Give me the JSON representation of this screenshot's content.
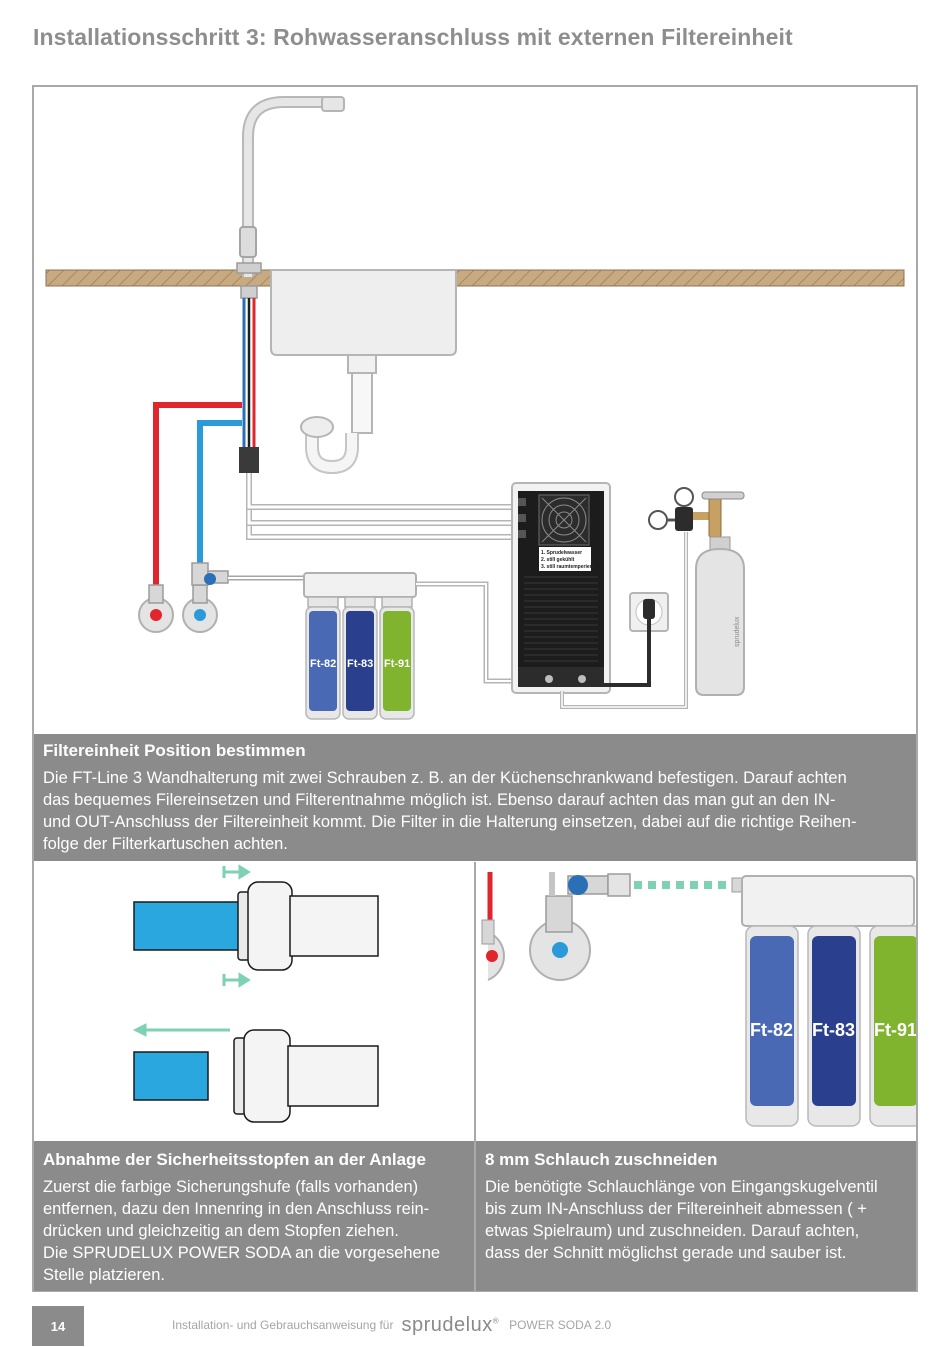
{
  "title": "Installationsschritt 3:  Rohwasseranschluss mit externen Filtereinheit",
  "main_figure": {
    "filters": [
      {
        "label": "Ft-82",
        "color": "#4a69b5"
      },
      {
        "label": "Ft-83",
        "color": "#2b3f8f"
      },
      {
        "label": "Ft-91",
        "color": "#80b42e"
      }
    ],
    "device_labels": [
      "1. Sprudelwasser",
      "2. still gekühlt",
      "3. still raumtemperiert"
    ],
    "bottle_brand": "sprudelux"
  },
  "section1": {
    "heading": "Filtereinheit Position bestimmen",
    "lines": [
      "Die FT-Line 3 Wandhalterung mit zwei Schrauben z. B. an der Küchenschrankwand befestigen. Darauf achten",
      "das bequemes Filereinsetzen und Filterentnahme möglich ist. Ebenso darauf achten das man gut an den IN-",
      "und OUT-Anschluss der Filtereinheit kommt. Die Filter in die Halterung einsetzen, dabei auf die richtige Reihen-",
      "folge der Filterkartuschen achten."
    ]
  },
  "section2": {
    "heading": "Abnahme der Sicherheitsstopfen an der Anlage",
    "lines": [
      "Zuerst die farbige Sicherungshufe (falls vorhanden)",
      "entfernen, dazu den Innenring in den Anschluss rein-",
      "drücken und gleichzeitig an dem Stopfen ziehen.",
      "Die SPRUDELUX POWER SODA an die vorgesehene",
      "Stelle platzieren."
    ]
  },
  "section3": {
    "heading": "8 mm Schlauch zuschneiden",
    "lines": [
      "Die benötigte Schlauchlänge von Eingangskugelventil",
      "bis zum IN-Anschluss der Filtereinheit abmessen ( +",
      "etwas Spielraum) und zuschneiden. Darauf achten,",
      "dass der Schnitt möglichst gerade und sauber ist."
    ]
  },
  "footer": {
    "page_number": "14",
    "prefix": "Installation- und Gebrauchsanweisung für",
    "brand": "sprudelux",
    "brand_mark": "®",
    "product": "POWER SODA 2.0"
  },
  "colors": {
    "gray_box": "#8b8b8b",
    "hot_red": "#e0252d",
    "cold_blue": "#2a9ad8",
    "counter": "#c8aa82",
    "hose_green": "#7fd1b3"
  }
}
